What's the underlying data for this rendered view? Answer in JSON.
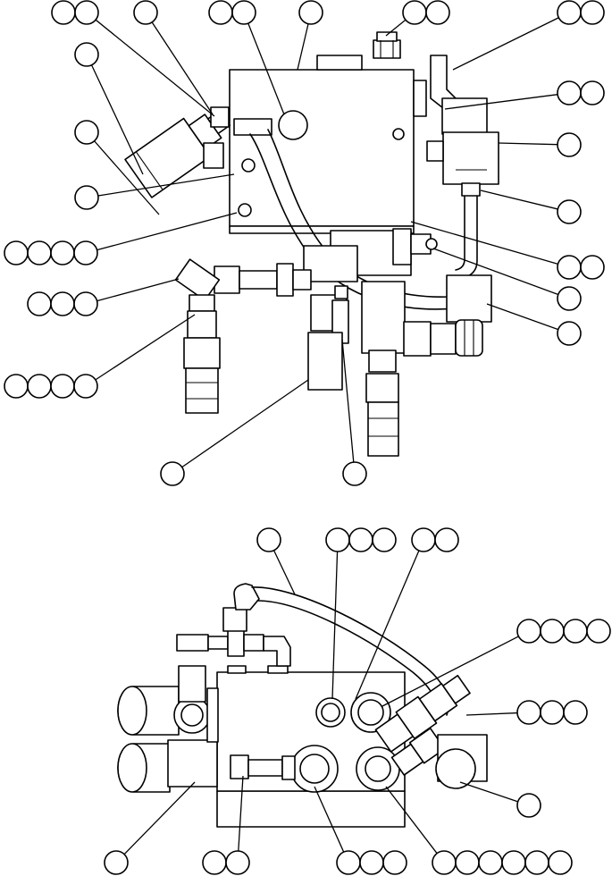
{
  "diagram": {
    "type": "exploded-parts-drawing",
    "views": [
      "top-view",
      "bottom-view"
    ],
    "callout_labels": []
  },
  "colors": {
    "line": "#000000",
    "background": "#ffffff"
  }
}
